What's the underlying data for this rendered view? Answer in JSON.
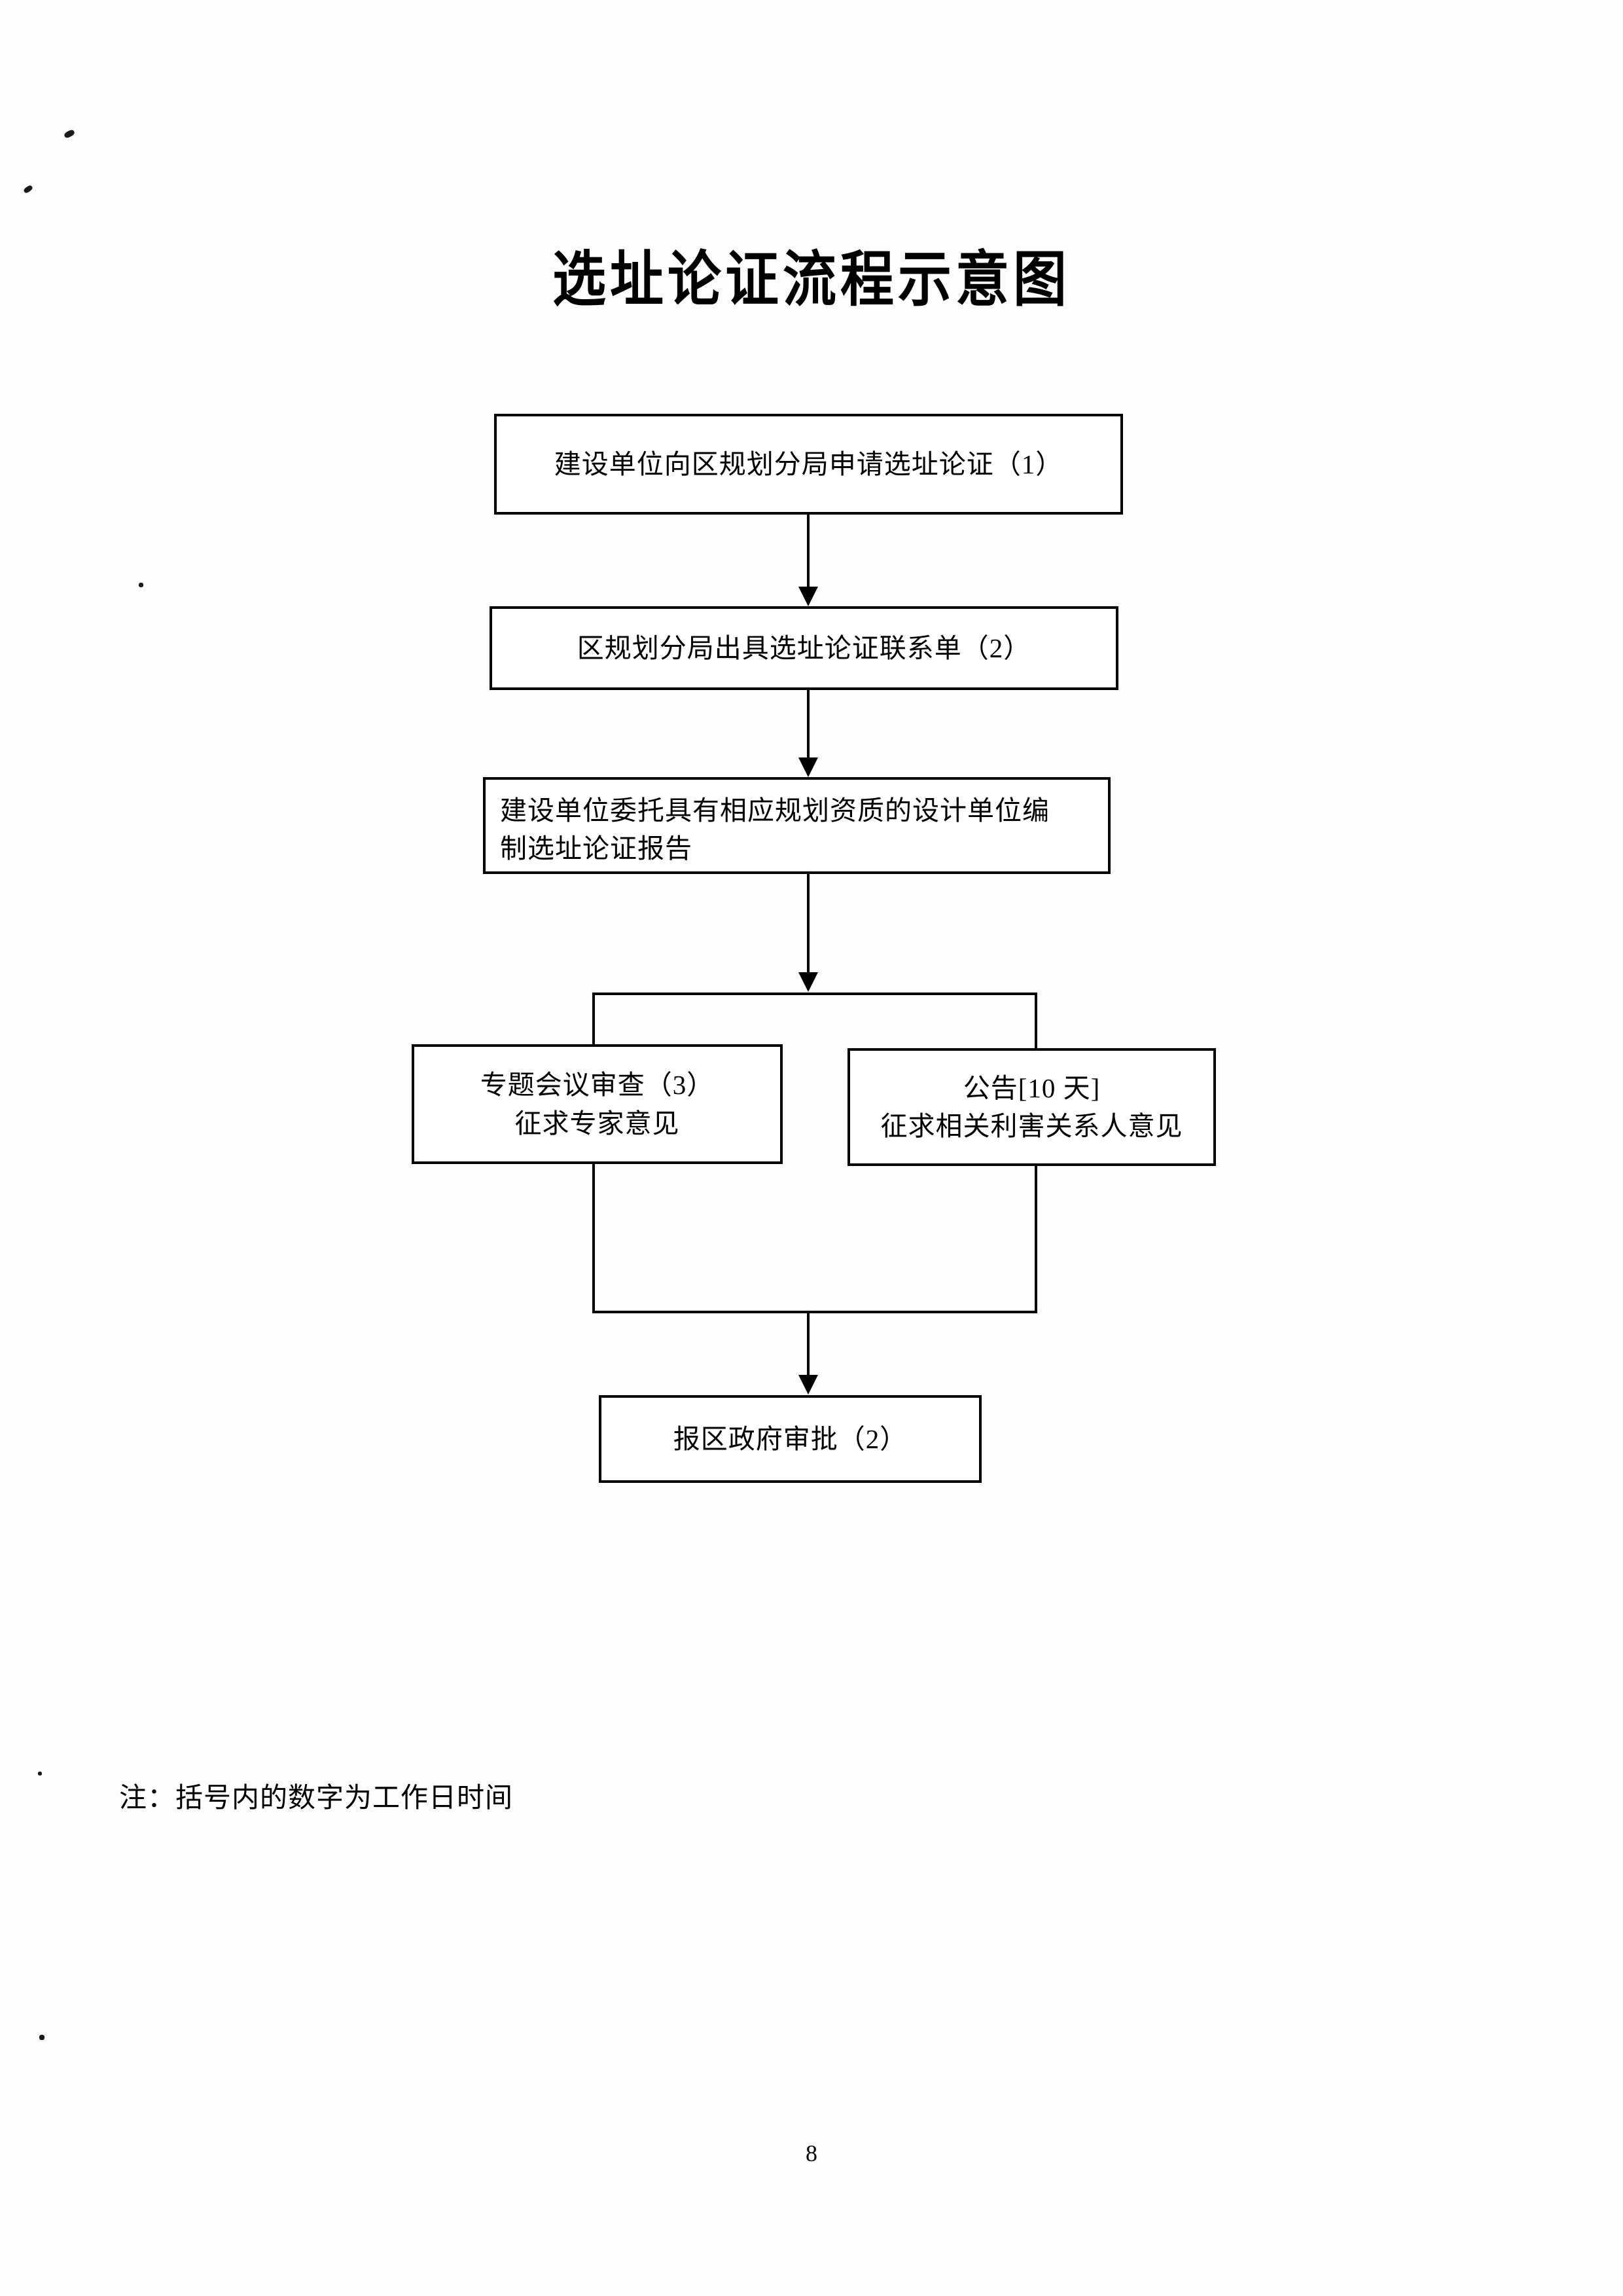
{
  "document": {
    "title": "选址论证流程示意图",
    "note": "注：括号内的数字为工作日时间",
    "page_number": "8"
  },
  "flowchart": {
    "type": "flowchart",
    "orientation": "top-to-bottom",
    "nodes": [
      {
        "id": "apply",
        "lines": [
          "建设单位向区规划分局申请选址论证（1）"
        ],
        "working_days": "1",
        "align": "center"
      },
      {
        "id": "issue",
        "lines": [
          "区规划分局出具选址论证联系单（2）"
        ],
        "working_days": "2",
        "align": "center"
      },
      {
        "id": "entrust",
        "lines": [
          "建设单位委托具有相应规划资质的设计单位编",
          "制选址论证报告"
        ],
        "working_days": "",
        "align": "left"
      },
      {
        "id": "review",
        "lines": [
          "专题会议审查（3）",
          "征求专家意见"
        ],
        "working_days": "3",
        "align": "center"
      },
      {
        "id": "notice",
        "lines": [
          "公告[10 天]",
          "征求相关利害关系人意见"
        ],
        "working_days": "10",
        "align": "center"
      },
      {
        "id": "approve",
        "lines": [
          "报区政府审批（2）"
        ],
        "working_days": "2",
        "align": "center"
      }
    ],
    "edges": [
      {
        "from": "apply",
        "to": "issue",
        "style": "arrow"
      },
      {
        "from": "issue",
        "to": "entrust",
        "style": "arrow"
      },
      {
        "from": "entrust",
        "to": "review",
        "style": "split-branch"
      },
      {
        "from": "entrust",
        "to": "notice",
        "style": "split-branch"
      },
      {
        "from": "review",
        "to": "approve",
        "style": "merge-arrow"
      },
      {
        "from": "notice",
        "to": "approve",
        "style": "merge-arrow"
      }
    ]
  }
}
